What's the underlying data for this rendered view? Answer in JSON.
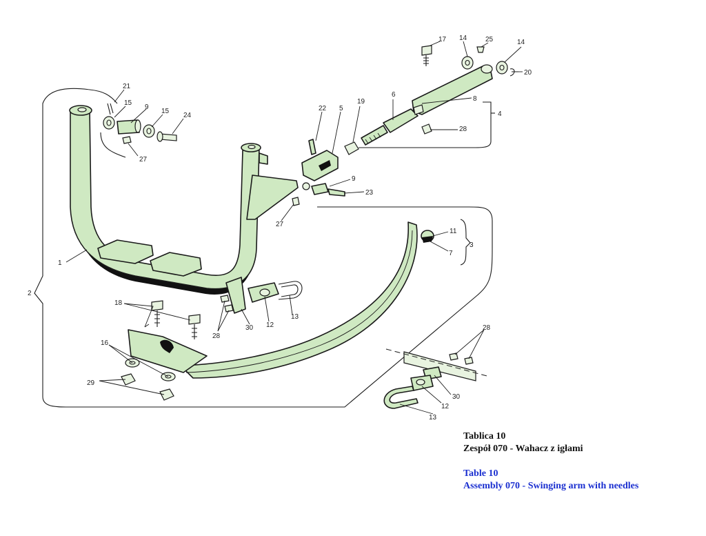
{
  "caption_polish": {
    "line1": "Tablica 10",
    "line2": "Zespół 070 - Wahacz z igłami"
  },
  "caption_english": {
    "line1": "Table 10",
    "line2": "Assembly 070 - Swinging arm with needles"
  },
  "callouts": {
    "c1": "1",
    "c2": "2",
    "c3": "3",
    "c4": "4",
    "c5": "5",
    "c6": "6",
    "c7": "7",
    "c8": "8",
    "c9a": "9",
    "c9b": "9",
    "c11": "11",
    "c12a": "12",
    "c12b": "12",
    "c13a": "13",
    "c13b": "13",
    "c14a": "14",
    "c14b": "14",
    "c15a": "15",
    "c15b": "15",
    "c16": "16",
    "c17": "17",
    "c18": "18",
    "c19": "19",
    "c20": "20",
    "c21": "21",
    "c22": "22",
    "c23": "23",
    "c24": "24",
    "c25": "25",
    "c27a": "27",
    "c27b": "27",
    "c28a": "28",
    "c28b": "28",
    "c28c": "28",
    "c29": "29",
    "c30a": "30",
    "c30b": "30"
  },
  "colors": {
    "part_fill": "#cfe9c2",
    "caption_english": "#1a2fd0",
    "caption_polish": "#111111"
  }
}
